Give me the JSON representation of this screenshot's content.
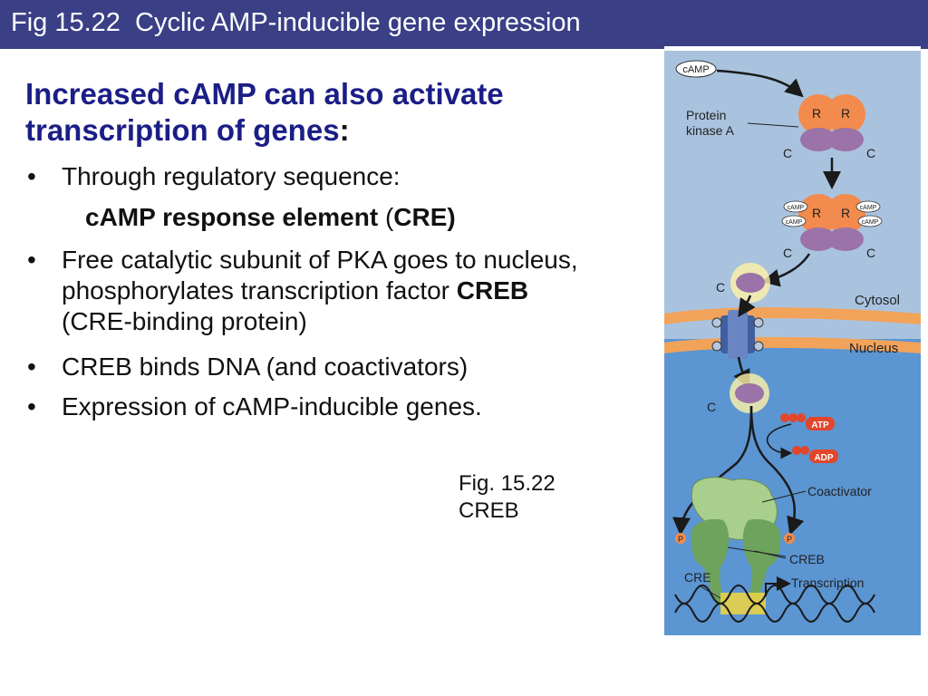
{
  "title": "Fig 15.22  Cyclic AMP-inducible gene expression",
  "heading": {
    "main": "Increased cAMP can also activate transcription of genes",
    "colon": ":"
  },
  "bullets": [
    {
      "text": "Through regulatory sequence:"
    },
    {
      "text_before": "Free catalytic subunit of PKA goes to nucleus, phosphorylates transcription factor ",
      "bold": "CREB",
      "text_after": " (CRE-binding protein)"
    },
    {
      "text": "CREB binds DNA (and coactivators)"
    },
    {
      "text": "Expression of cAMP-inducible genes."
    }
  ],
  "sub": {
    "bold1": "cAMP response element",
    "paren_open": " (",
    "bold2": "CRE)"
  },
  "bullet_char": "•",
  "caption": {
    "line1": "Fig. 15.22",
    "line2": "CREB"
  },
  "figure": {
    "camp": "cAMP",
    "camp_small": "cAMP",
    "protein_kinase_a_1": "Protein",
    "protein_kinase_a_2": "kinase A",
    "r": "R",
    "c": "C",
    "p": "P",
    "cytosol": "Cytosol",
    "nucleus": "Nucleus",
    "atp": "ATP",
    "adp": "ADP",
    "coactivator": "Coactivator",
    "creb": "CREB",
    "cre": "CRE",
    "transcription": "Transcription"
  },
  "colors": {
    "title_bar": "#3a3f86",
    "heading": "#1b1e86",
    "cytosol_bg": "#a9c3df",
    "nucleus_bg": "#5b95d2",
    "membrane": "#f2a35a",
    "pka_regulatory": "#f28b4d",
    "pka_catalytic": "#9b73a8",
    "coactivator": "#a9cf8c",
    "creb_protein": "#6da35c",
    "atp_red": "#e2462b"
  }
}
